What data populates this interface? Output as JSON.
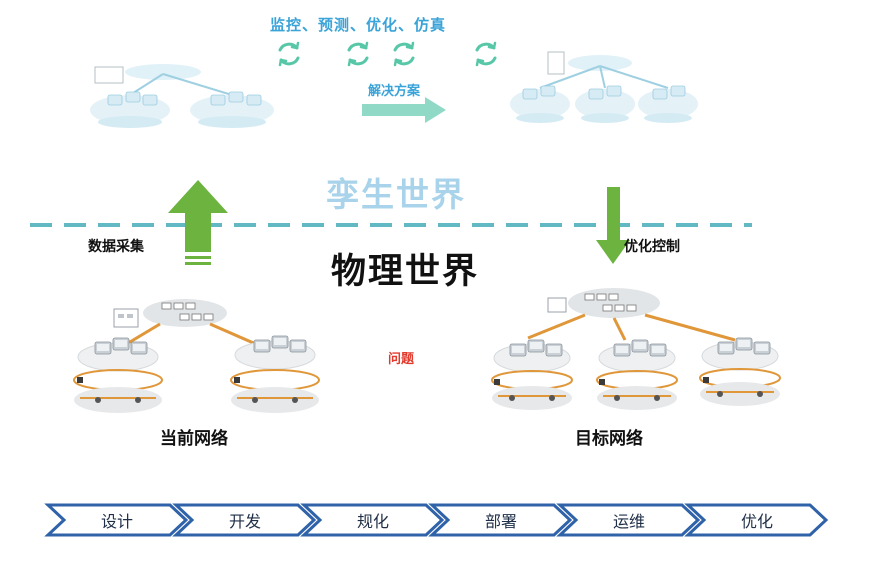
{
  "twin_world": {
    "title": "孪生世界",
    "activities": "监控、预测、优化、仿真",
    "solution_label": "解决方案"
  },
  "physical_world": {
    "title": "物理世界",
    "data_collection_label": "数据采集",
    "optimize_control_label": "优化控制",
    "issue_label": "问题",
    "current_network_label": "当前网络",
    "target_network_label": "目标网络"
  },
  "lifecycle": {
    "stages": [
      "设计",
      "开发",
      "规化",
      "部署",
      "运维",
      "优化"
    ]
  },
  "colors": {
    "accent_blue": "#3aa3d8",
    "twin_title": "#a8d3ea",
    "divider_teal": "#62b9c4",
    "arrow_green": "#6cb33f",
    "solution_arrow": "#8fd9c6",
    "issue_red": "#e23b2e",
    "link_orange": "#e0973a",
    "chevron_border": "#2f62a8"
  }
}
